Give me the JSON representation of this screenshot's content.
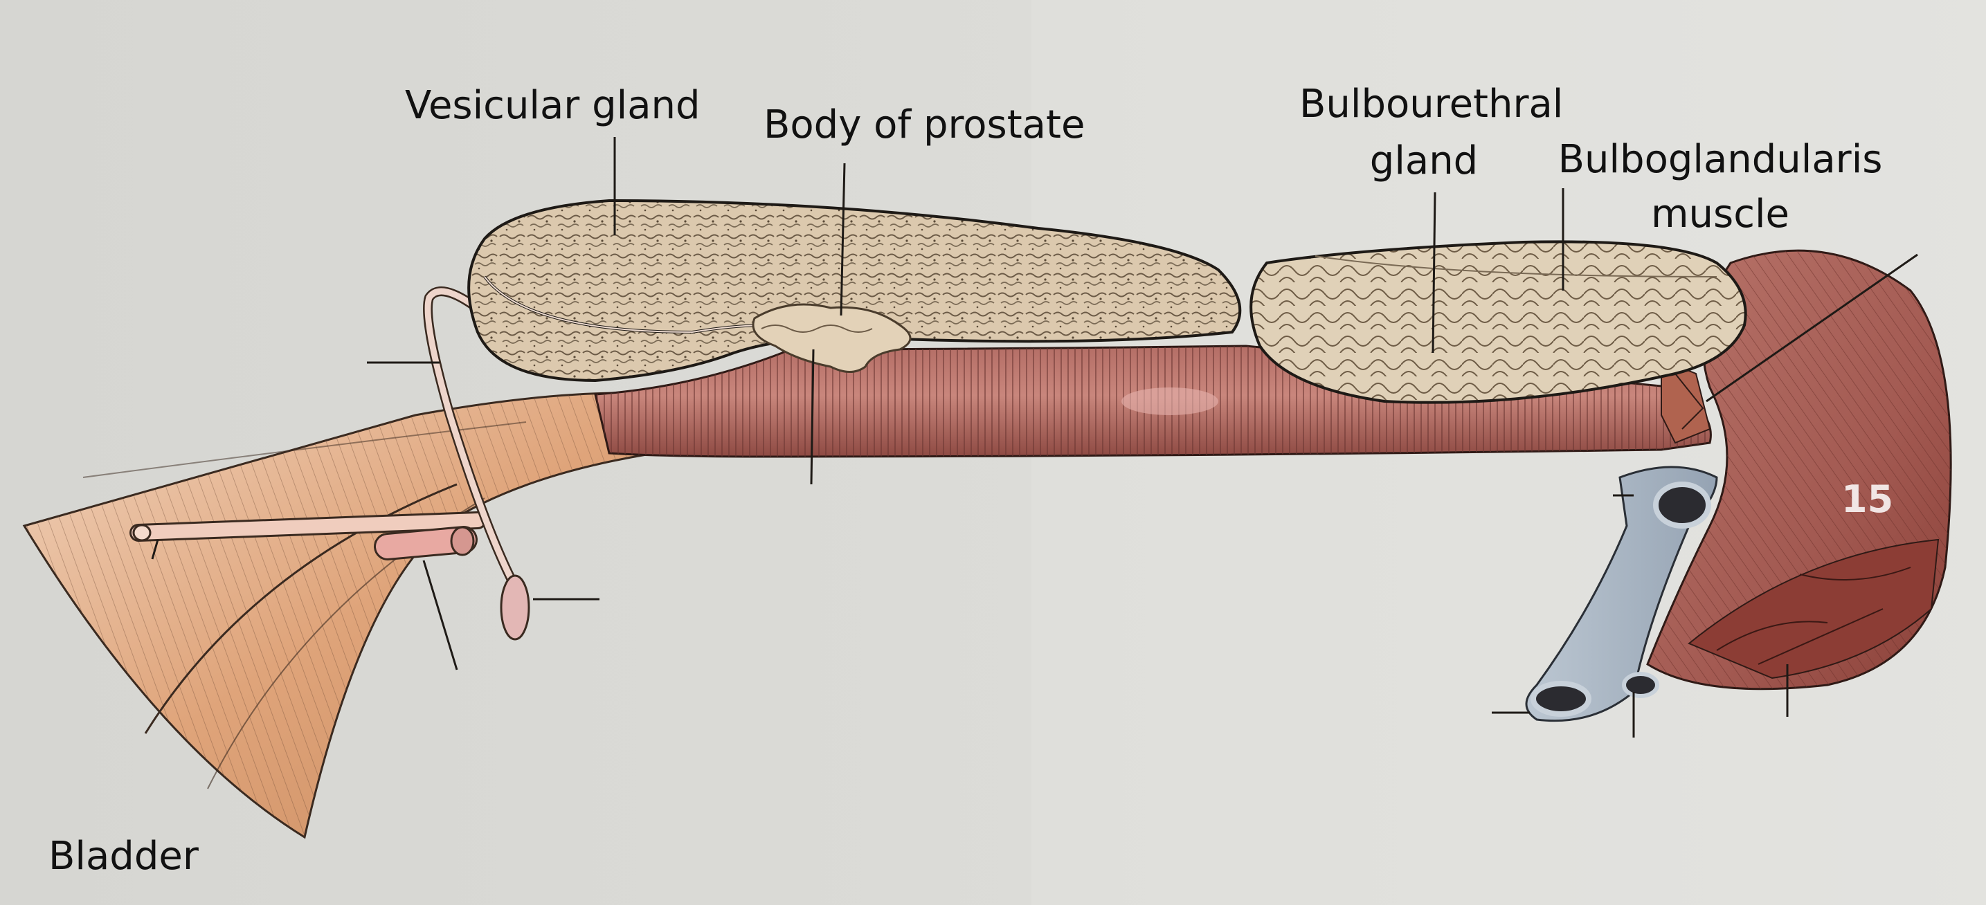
{
  "labels": {
    "vesicular_gland": "Vesicular gland",
    "body_of_prostate": "Body of prostate",
    "bulbourethral_line1": "Bulbourethral",
    "bulbourethral_line2": "gland",
    "bulboglandularis_line1": "Bulboglandularis",
    "bulboglandularis_line2": "muscle",
    "bladder": "Bladder"
  },
  "panel_number": "15",
  "colors": {
    "page_bg": "#dcdcd8",
    "muscle": "#a8645c",
    "muscle_dark": "#7a3a34",
    "gland": "#dccbb0",
    "bladder": "#d9a27a",
    "vessel": "#a9b6c4",
    "ink": "#111111"
  }
}
